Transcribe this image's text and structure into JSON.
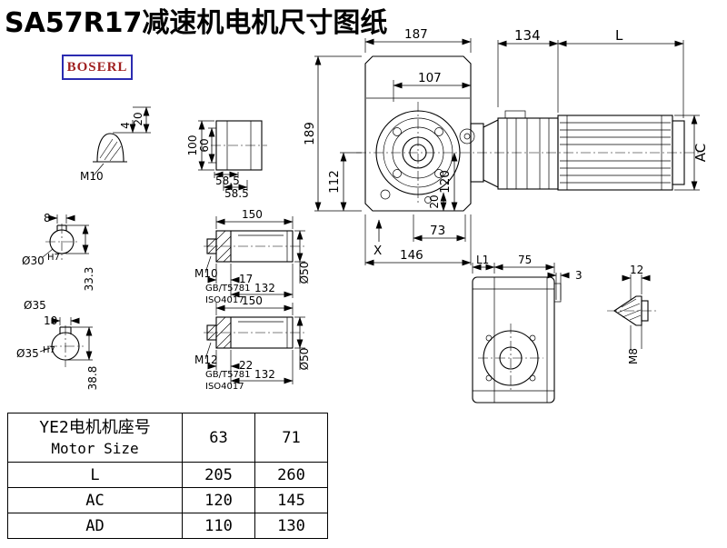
{
  "page": {
    "title": "SA57R17减速机电机尺寸图纸",
    "logo": "BOSERL"
  },
  "drawing": {
    "front": {
      "w_total": "187",
      "w_inner": "107",
      "h_total": "189",
      "h_center": "112",
      "d120": "120",
      "d20": "20",
      "d73": "73",
      "d146": "146",
      "x_marker": "X"
    },
    "motor": {
      "d134": "134",
      "dL": "L",
      "dAC": "AC"
    },
    "eyebolt": {
      "thread": "M10",
      "d20": "20",
      "d4": "4"
    },
    "top_view": {
      "d100": "100",
      "d60": "60",
      "d585a": "58.5",
      "d585b": "58.5"
    },
    "section1": {
      "key": "8",
      "dia": "Ø30",
      "tol": "H7",
      "depth": "33.3"
    },
    "dia35_label": "Ø35",
    "section2": {
      "key": "10",
      "dia": "Ø35",
      "tol": "H7",
      "depth": "38.8"
    },
    "shaft1": {
      "len": "150",
      "thread": "M10",
      "std1": "GB/T5781",
      "std2": "ISO4017",
      "d17": "17",
      "d132": "132",
      "dia": "Ø50"
    },
    "shaft2": {
      "len": "150",
      "thread": "M12",
      "std1": "GB/T5781",
      "std2": "ISO4017",
      "d22": "22",
      "d132": "132",
      "dia": "Ø50"
    },
    "side": {
      "dL1": "L1",
      "d75": "75",
      "d3": "3"
    },
    "plug": {
      "d12": "12",
      "thread": "M8"
    }
  },
  "table": {
    "header": {
      "zh": "YE2电机机座号",
      "en": "Motor Size",
      "c1": "63",
      "c2": "71"
    },
    "rows": [
      {
        "label": "L",
        "c1": "205",
        "c2": "260"
      },
      {
        "label": "AC",
        "c1": "120",
        "c2": "145"
      },
      {
        "label": "AD",
        "c1": "110",
        "c2": "130"
      }
    ]
  }
}
